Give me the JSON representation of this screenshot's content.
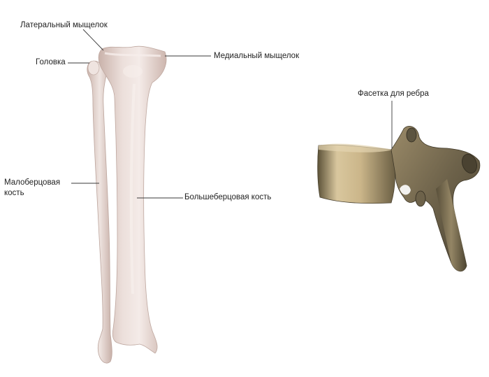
{
  "labels": {
    "lateral_condyle": "Латеральный мыщелок",
    "head": "Головка",
    "medial_condyle": "Медиальный мыщелок",
    "fibula": "Малоберцовая кость",
    "tibia": "Большеберцовая кость",
    "rib_facet": "Фасетка для ребра"
  },
  "colors": {
    "bone_light": "#ece0dc",
    "bone_mid": "#dcc8c1",
    "bone_shadow": "#c4ada5",
    "vertebra_light": "#d8c49a",
    "vertebra_mid": "#8d7d5c",
    "vertebra_dark": "#4e4632"
  }
}
